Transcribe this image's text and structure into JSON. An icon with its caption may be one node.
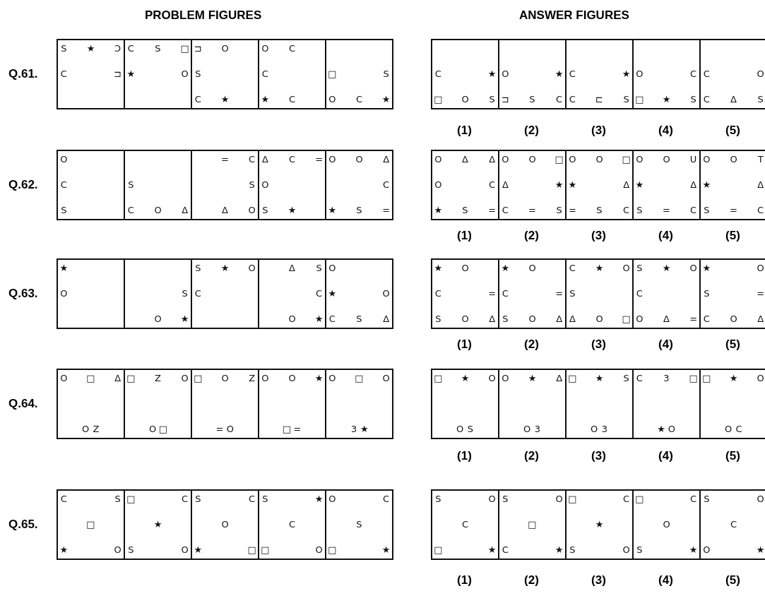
{
  "diagram": {
    "nodes": [
      {
        "text": [
          "S",
          "★",
          "Ↄ",
          "C",
          "⊐"
        ]
      },
      {
        "text": [
          "C",
          "S",
          "□",
          "★",
          "O"
        ]
      },
      {
        "text": [
          "⊐",
          "O",
          "S",
          "C",
          "★"
        ]
      },
      {
        "text": [
          "O",
          "C",
          "C",
          "★",
          "C"
        ]
      },
      {
        "text": [
          "□",
          "S",
          "O",
          "C",
          "★"
        ]
      },
      {
        "text": [
          "C",
          "★",
          "□",
          "O",
          "S"
        ]
      },
      {
        "text": [
          "O",
          "★",
          "⊐",
          "S",
          "C"
        ]
      },
      {
        "text": [
          "C",
          "★",
          "C",
          "⊏",
          "S"
        ]
      },
      {
        "text": [
          "O",
          "C",
          "□",
          "★",
          "S"
        ]
      },
      {
        "text": [
          "C",
          "O",
          "C",
          "Δ",
          "S"
        ]
      },
      {
        "text": [
          "O",
          "C",
          "S"
        ]
      },
      {
        "text": [
          "S",
          "C",
          "O",
          "Δ"
        ]
      },
      {
        "text": [
          "=",
          "C",
          "S",
          "Δ",
          "O"
        ]
      },
      {
        "text": [
          "Δ",
          "C",
          "=",
          "O",
          "S",
          "★"
        ]
      },
      {
        "text": [
          "O",
          "O",
          "Δ",
          "C",
          "★",
          "S",
          "="
        ]
      },
      {
        "text": [
          "O",
          "Δ",
          "Δ",
          "O",
          "C",
          "★",
          "S",
          "="
        ]
      },
      {
        "text": [
          "O",
          "O",
          "□",
          "Δ",
          "★",
          "C",
          "=",
          "S"
        ]
      },
      {
        "text": [
          "O",
          "O",
          "□",
          "★",
          "Δ",
          "=",
          "S",
          "C"
        ]
      },
      {
        "text": [
          "O",
          "O",
          "U",
          "★",
          "Δ",
          "S",
          "=",
          "C"
        ]
      },
      {
        "text": [
          "O",
          "O",
          "T",
          "★",
          "Δ",
          "S",
          "=",
          "C"
        ]
      },
      {
        "text": [
          "★",
          "O"
        ]
      },
      {
        "text": [
          "S",
          "O",
          "★"
        ]
      },
      {
        "text": [
          "S",
          "★",
          "O",
          "C"
        ]
      },
      {
        "text": [
          "Δ",
          "S",
          "C",
          "O",
          "★"
        ]
      },
      {
        "text": [
          "O",
          "★",
          "O",
          "C",
          "S",
          "Δ"
        ]
      },
      {
        "text": [
          "★",
          "O",
          "C",
          "=",
          "S",
          "O",
          "Δ"
        ]
      },
      {
        "text": [
          "★",
          "O",
          "C",
          "=",
          "S",
          "O",
          "Δ"
        ]
      },
      {
        "text": [
          "C",
          "★",
          "O",
          "S",
          "Δ",
          "O",
          "□"
        ]
      },
      {
        "text": [
          "S",
          "★",
          "O",
          "C",
          "O",
          "Δ",
          "="
        ]
      },
      {
        "text": [
          "★",
          "O",
          "S",
          "=",
          "C",
          "O",
          "Δ"
        ]
      },
      {
        "text": [
          "O",
          "□",
          "Δ",
          "O",
          "Z"
        ]
      },
      {
        "text": [
          "□",
          "Z",
          "O",
          "O",
          "□"
        ]
      },
      {
        "text": [
          "□",
          "O",
          "Z",
          "=",
          "O"
        ]
      },
      {
        "text": [
          "O",
          "O",
          "★",
          "□",
          "="
        ]
      },
      {
        "text": [
          "O",
          "□",
          "O",
          "3",
          "★"
        ]
      },
      {
        "text": [
          "□",
          "★",
          "O",
          "O",
          "S"
        ]
      },
      {
        "text": [
          "O",
          "★",
          "Δ",
          "O",
          "3"
        ]
      },
      {
        "text": [
          "□",
          "★",
          "S",
          "O",
          "3"
        ]
      },
      {
        "text": [
          "C",
          "3",
          "□",
          "★",
          "O"
        ]
      },
      {
        "text": [
          "□",
          "★",
          "O",
          "O",
          "C"
        ]
      },
      {
        "text": [
          "C",
          "S",
          "□",
          "★",
          "O"
        ]
      },
      {
        "text": [
          "□",
          "C",
          "★",
          "S",
          "O"
        ]
      },
      {
        "text": [
          "S",
          "C",
          "O",
          "★",
          "□"
        ]
      },
      {
        "text": [
          "S",
          "★",
          "C",
          "□",
          "O"
        ]
      },
      {
        "text": [
          "O",
          "C",
          "S",
          "□",
          "★"
        ]
      },
      {
        "text": [
          "S",
          "O",
          "C",
          "□",
          "★"
        ]
      },
      {
        "text": [
          "S",
          "O",
          "□",
          "C",
          "★"
        ]
      },
      {
        "text": [
          "□",
          "C",
          "★",
          "S",
          "O"
        ]
      },
      {
        "text": [
          "□",
          "C",
          "O",
          "S",
          "★"
        ]
      },
      {
        "text": [
          "S",
          "O",
          "C",
          "O",
          "★"
        ]
      }
    ],
    "labels": [
      "PROBLEM FIGURES",
      "ANSWER FIGURES",
      "Q.61.",
      "(1)",
      "(2)",
      "(3)",
      "(4)",
      "(5)",
      "Q.62.",
      "(1)",
      "(2)",
      "(3)",
      "(4)",
      "(5)",
      "Q.63.",
      "(1)",
      "(2)",
      "(3)",
      "(4)",
      "(5)",
      "Q.64.",
      "(1)",
      "(2)",
      "(3)",
      "(4)",
      "(5)",
      "Q.65.",
      "(1)",
      "(2)",
      "(3)",
      "(4)",
      "(5)"
    ]
  }
}
